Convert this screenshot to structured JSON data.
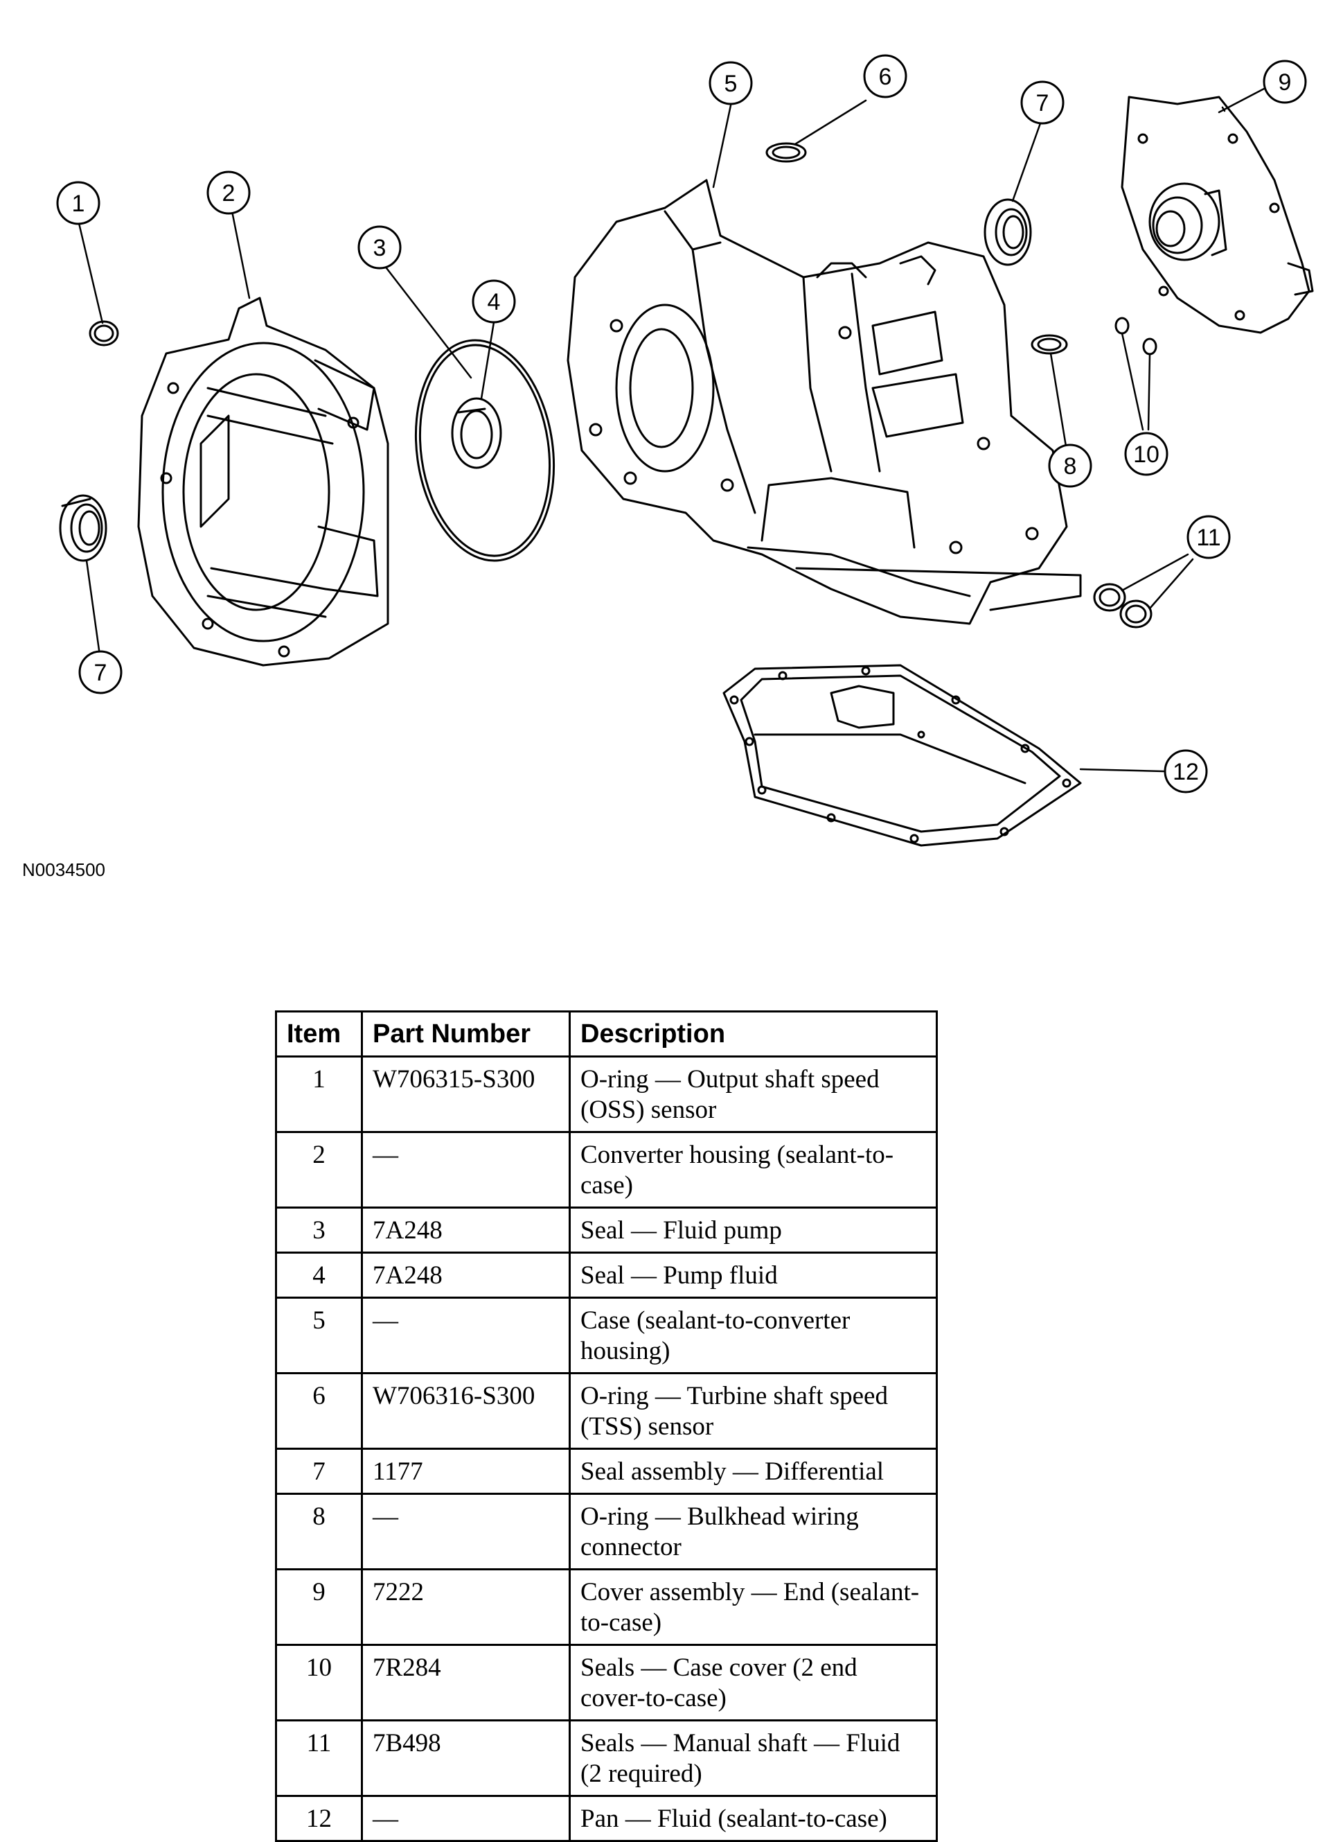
{
  "figure_id": "N0034500",
  "callouts": [
    "1",
    "2",
    "3",
    "4",
    "5",
    "6",
    "7",
    "7",
    "8",
    "9",
    "10",
    "11",
    "12"
  ],
  "table": {
    "headers": [
      "Item",
      "Part Number",
      "Description"
    ],
    "rows": [
      {
        "item": "1",
        "part": "W706315-S300",
        "desc": "O-ring — Output shaft speed (OSS) sensor"
      },
      {
        "item": "2",
        "part": "—",
        "desc": "Converter housing (sealant-to-case)"
      },
      {
        "item": "3",
        "part": "7A248",
        "desc": "Seal — Fluid pump"
      },
      {
        "item": "4",
        "part": "7A248",
        "desc": "Seal — Pump fluid"
      },
      {
        "item": "5",
        "part": "—",
        "desc": "Case (sealant-to-converter housing)"
      },
      {
        "item": "6",
        "part": "W706316-S300",
        "desc": "O-ring — Turbine shaft speed (TSS) sensor"
      },
      {
        "item": "7",
        "part": "1177",
        "desc": "Seal assembly — Differential"
      },
      {
        "item": "8",
        "part": "—",
        "desc": "O-ring — Bulkhead wiring connector"
      },
      {
        "item": "9",
        "part": "7222",
        "desc": "Cover assembly — End (sealant-to-case)"
      },
      {
        "item": "10",
        "part": "7R284",
        "desc": "Seals — Case cover (2 end cover-to-case)"
      },
      {
        "item": "11",
        "part": "7B498",
        "desc": "Seals — Manual shaft — Fluid (2 required)"
      },
      {
        "item": "12",
        "part": "—",
        "desc": "Pan — Fluid (sealant-to-case)"
      }
    ]
  }
}
